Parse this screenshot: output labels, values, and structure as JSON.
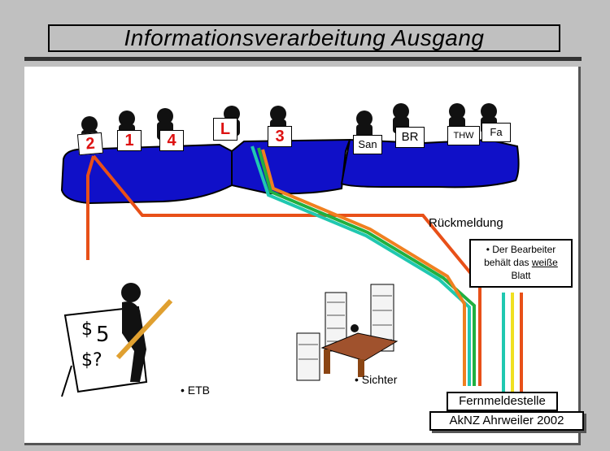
{
  "title": "Informationsverarbeitung  Ausgang",
  "colors": {
    "blue": "#1010c8",
    "red": "#e85018",
    "teal": "#20c8b0",
    "green": "#20b040",
    "yellow": "#f0e020"
  },
  "signs": [
    "2",
    "1",
    "4",
    "L",
    "3",
    "San",
    "BR",
    "THW",
    "Fa"
  ],
  "sign_colors": {
    "2": "#dd1111",
    "1": "#dd1111",
    "4": "#dd1111",
    "L": "#dd1111",
    "3": "#dd1111"
  },
  "labels": {
    "rueckmeldung": "Rückmeldung",
    "note_line1": "• Der Bearbeiter",
    "note_line2_pre": "behält das ",
    "note_line2_em": "weiße",
    "note_line3": "Blatt",
    "etb": "• ETB",
    "sichter": "• Sichter",
    "fernmeldestelle": "Fernmeldestelle",
    "footer": "AkNZ Ahrweiler 2002"
  },
  "icons": [
    "person-at-table-icon",
    "writing-person-icon",
    "paper-stacks-desk-icon"
  ]
}
